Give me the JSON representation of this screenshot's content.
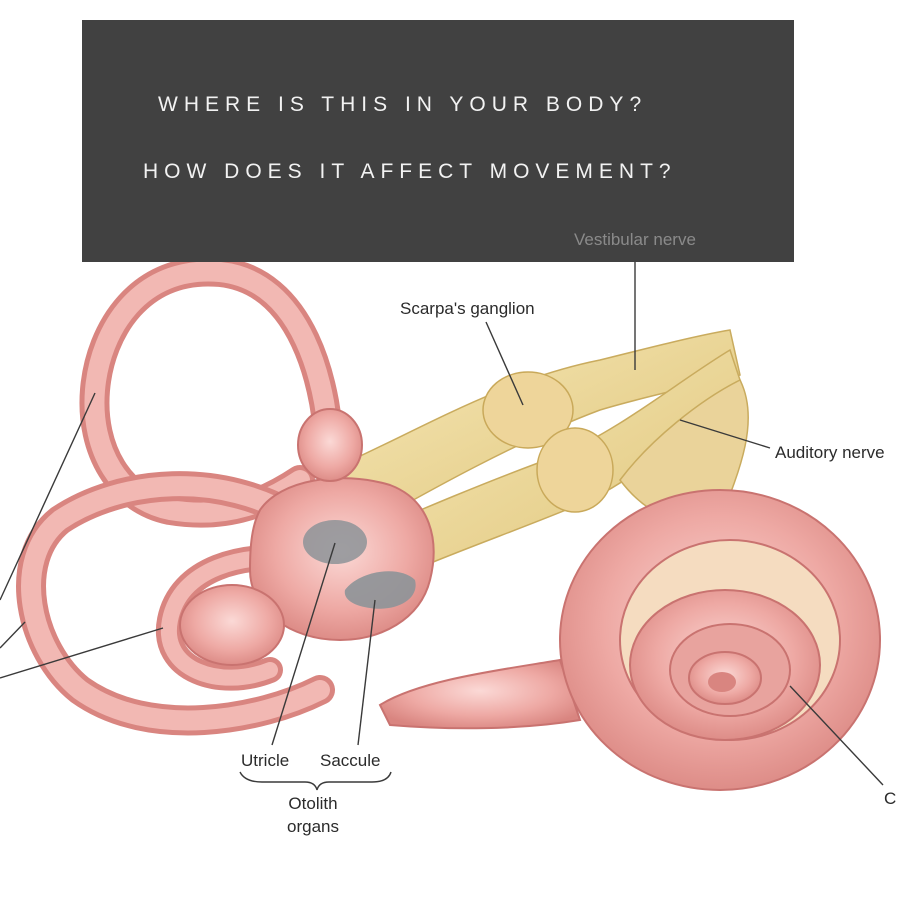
{
  "questions": {
    "line1": "WHERE IS THIS IN YOUR BODY?",
    "line2": "HOW DOES IT AFFECT MOVEMENT?"
  },
  "labels": {
    "vestibular_nerve": "Vestibular nerve",
    "scarpas_ganglion": "Scarpa's ganglion",
    "auditory_nerve": "Auditory nerve",
    "utricle": "Utricle",
    "saccule": "Saccule",
    "otolith_organs": "Otolith organs",
    "cochlea_partial": "C"
  },
  "colors": {
    "overlay": "#414141",
    "overlay_text": "#f2f2f2",
    "labyrinth": "#eda8a3",
    "labyrinth_dark": "#cf7f7a",
    "nerve": "#eedb9a",
    "otolith": "#8d9398"
  }
}
